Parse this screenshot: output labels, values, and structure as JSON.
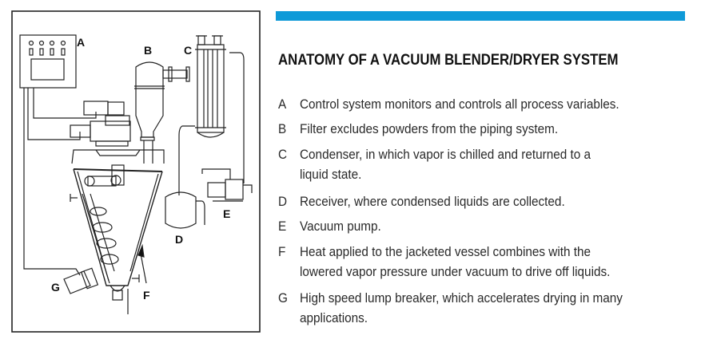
{
  "accent_color": "#0f9ad8",
  "title": "ANATOMY OF A VACUUM BLENDER/DRYER SYSTEM",
  "diagram_labels": [
    "A",
    "B",
    "C",
    "D",
    "E",
    "F",
    "G"
  ],
  "items": [
    {
      "key": "A",
      "lines": [
        "Control system monitors and controls all process variables."
      ]
    },
    {
      "key": "B",
      "lines": [
        "Filter excludes powders from the piping system."
      ]
    },
    {
      "key": "C",
      "lines": [
        "Condenser, in which vapor is chilled and returned to a",
        "liquid state."
      ]
    },
    {
      "key": "D",
      "lines": [
        "Receiver, where condensed liquids are collected."
      ]
    },
    {
      "key": "E",
      "lines": [
        "Vacuum pump."
      ]
    },
    {
      "key": "F",
      "lines": [
        "Heat applied to the jacketed vessel combines with the",
        "lowered vapor pressure under vacuum to drive off liquids."
      ]
    },
    {
      "key": "G",
      "lines": [
        "High speed lump breaker, which accelerates drying in many",
        "applications."
      ]
    }
  ]
}
